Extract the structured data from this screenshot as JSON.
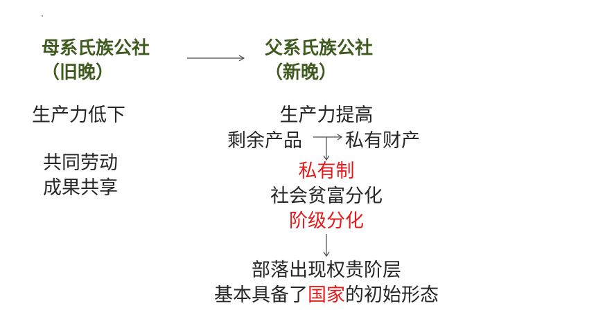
{
  "left": {
    "title": "母系氏族公社",
    "subtitle": "（旧晚）",
    "line1": "生产力低下",
    "line2": "共同劳动",
    "line3": "成果共享"
  },
  "right": {
    "title": "父系氏族公社",
    "subtitle": "（新晚）",
    "productivity": "生产力提高",
    "surplus": "剩余产品",
    "private_property": "私有财产",
    "private_ownership": "私有制",
    "wealth_gap": "社会贫富分化",
    "class_division": "阶级分化",
    "nobles": "部落出现权贵阶层",
    "state_prefix": "基本具备了",
    "state_highlight": "国家",
    "state_suffix": "的初始形态"
  },
  "colors": {
    "heading": "#3f5a1e",
    "text": "#262626",
    "highlight": "#e41b1b",
    "arrow": "#4a4a4a"
  }
}
